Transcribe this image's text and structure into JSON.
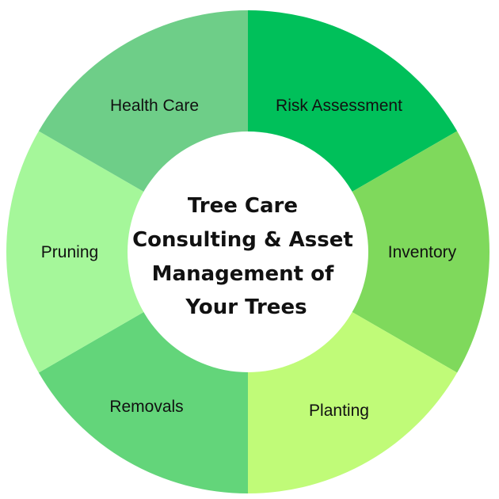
{
  "diagram": {
    "center_title": {
      "lines": [
        "Tree Care",
        "Consulting & Asset",
        "Management of",
        "Your Trees"
      ]
    },
    "segments": [
      {
        "label": "Risk Assessment",
        "color": "#00C05A"
      },
      {
        "label": "Inventory",
        "color": "#7FD95C"
      },
      {
        "label": "Planting",
        "color": "#C0FB78"
      },
      {
        "label": "Removals",
        "color": "#63D57A"
      },
      {
        "label": "Pruning",
        "color": "#A5F79A"
      },
      {
        "label": "Health Care",
        "color": "#6ECE88"
      }
    ],
    "center_fill": "#FFFFFF"
  }
}
